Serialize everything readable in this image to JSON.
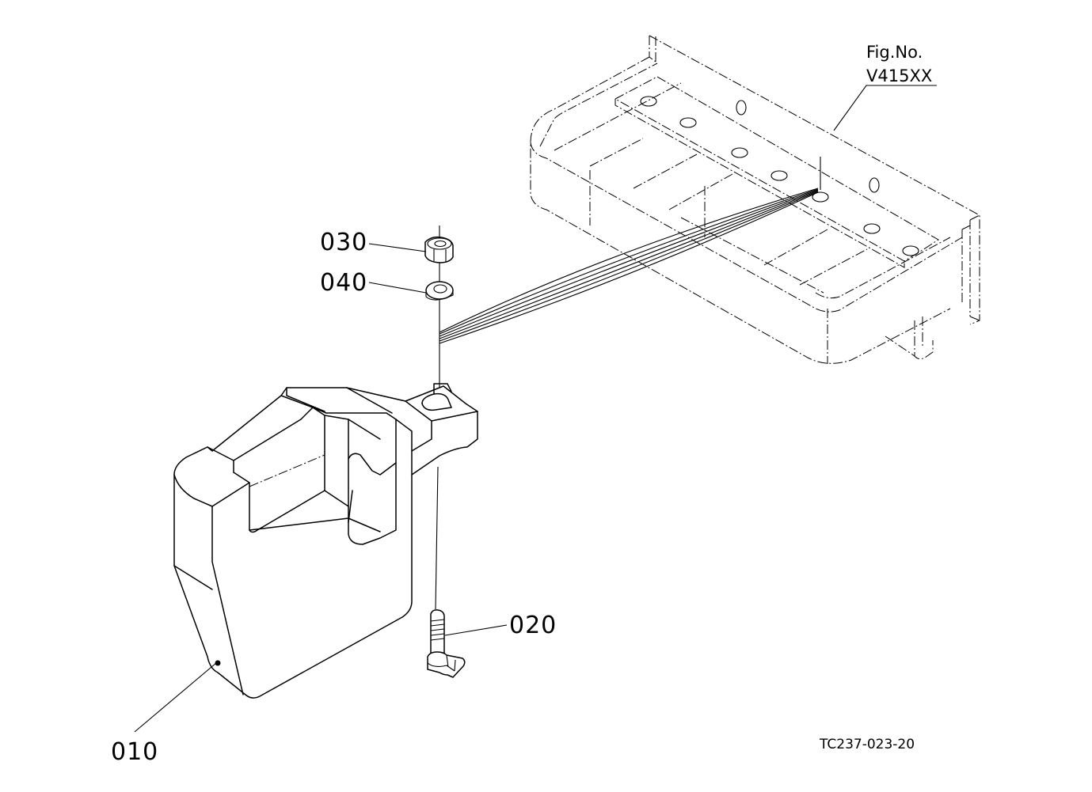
{
  "figure": {
    "fig_label": "Fig.No.",
    "fig_number": "V415XX",
    "drawing_code": "TC237-023-20"
  },
  "callouts": [
    {
      "id": "030",
      "label": "030"
    },
    {
      "id": "040",
      "label": "040"
    },
    {
      "id": "020",
      "label": "020"
    },
    {
      "id": "010",
      "label": "010"
    }
  ]
}
